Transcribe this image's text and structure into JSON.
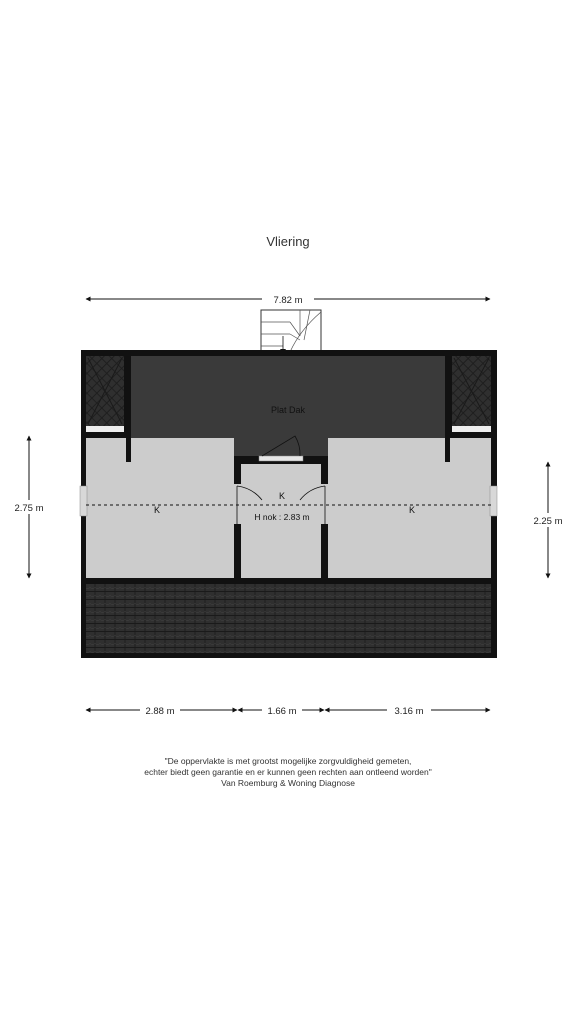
{
  "floor_title": "Vliering",
  "dimensions": {
    "total_width": "7.82 m",
    "left_height": "2.75 m",
    "right_height": "2.25 m",
    "room_left_width": "2.88 m",
    "room_middle_width": "1.66 m",
    "room_right_width": "3.16 m"
  },
  "labels": {
    "flat_roof": "Plat Dak",
    "knee_left": "K",
    "knee_middle": "K",
    "knee_right": "K",
    "ridge_height": "H nok : 2.83 m"
  },
  "disclaimer": {
    "line1": "\"De oppervlakte is met grootst mogelijke zorgvuldigheid gemeten,",
    "line2": "echter biedt geen garantie en er kunnen geen rechten aan ontleend worden\"",
    "line3": "Van Roemburg & Woning Diagnose"
  },
  "colors": {
    "wall": "#111111",
    "floor": "#cccccc",
    "roof": "#3a3a3a",
    "tiles": "#2d2d2d"
  }
}
